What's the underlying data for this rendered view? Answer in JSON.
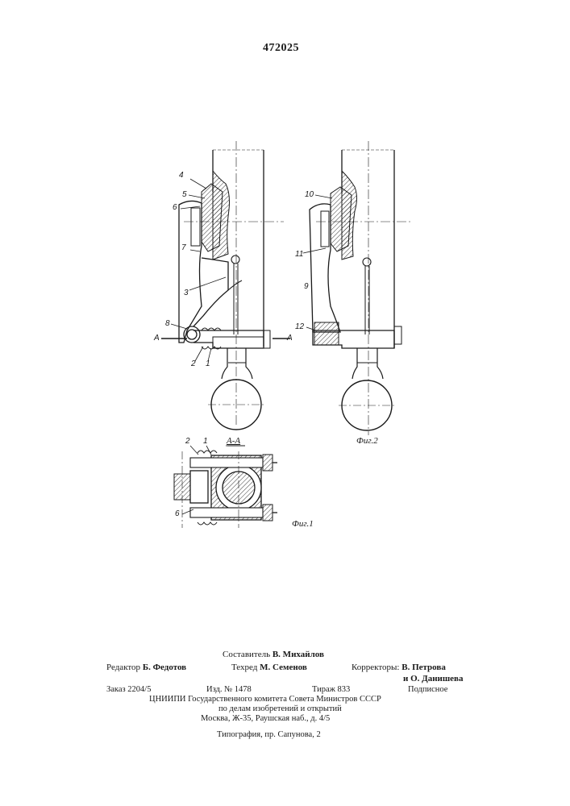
{
  "patent_number": "472025",
  "figures": {
    "fig1_caption": "Фиг.1",
    "fig2_caption": "Фиг.2",
    "section_label": "А-А",
    "section_mark": "А",
    "callouts_fig1": [
      "4",
      "5",
      "6",
      "7",
      "3",
      "8",
      "2",
      "1"
    ],
    "callouts_fig2": [
      "10",
      "11",
      "9",
      "12"
    ],
    "callouts_section": [
      "2",
      "1",
      "6"
    ]
  },
  "imprint": {
    "compiler_label": "Составитель",
    "compiler_name": "В. Михайлов",
    "editor_label": "Редактор",
    "editor_name": "Б. Федотов",
    "techred_label": "Техред",
    "techred_name": "М. Семенов",
    "correctors_label": "Корректоры:",
    "corrector_1": "В. Петрова",
    "corrector_2": "и О. Данишева",
    "order": "Заказ 2204/5",
    "edition": "Изд. № 1478",
    "print_run": "Тираж 833",
    "subscription": "Подписное",
    "org_line1": "ЦНИИПИ Государственного комитета Совета Министров СССР",
    "org_line2": "по делам изобретений и открытий",
    "org_line3": "Москва, Ж-35, Раушская наб., д. 4/5",
    "printer": "Типография, пр. Сапунова, 2"
  }
}
